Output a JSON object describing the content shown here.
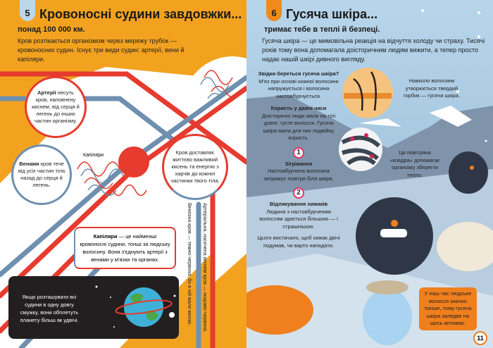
{
  "left": {
    "section_number": "5",
    "title": "Кровоносні судини завдовжки...",
    "subtitle": "понад 100 000 км.",
    "intro": "Кров розтікається організмом через мережу трубок — кровоносних судин. Існує три види судин: артерії, вени й капіляри.",
    "arteries_bold": "Артерії",
    "arteries_text": " несуть кров, наповнену киснем, від серця й легень до інших частин організму.",
    "veins_bold": "Венами",
    "veins_text": " кров тече від усіх частин тіла назад до серця й легень.",
    "capillaries_label": "Капіляри",
    "delivery_text": "Кров доставляє життєво важливий кисень та енергію з харчів до кожної частинки твого тіла.",
    "capillaries_bold": "Капіляри",
    "capillaries_text": " — це найменші кровоносні судини, тонші за людську волосину. Вони з'єднують артерії з венами у м'язах та органах.",
    "venous_note": "Венозна кров — темно-червона, бо в ній мало кисню.",
    "arterial_note": "Артеріальна, насичена киснем кров — яскраво-червона.",
    "fact_text": "Якщо розташувати всі судини в одну довгу смужку, вони обплетуть планету більш як удвічі.",
    "colors": {
      "background": "#f3a21f",
      "artery": "#e63b2e",
      "vein": "#6f8fb0",
      "tab": "#bcd6ea"
    }
  },
  "right": {
    "section_number": "6",
    "title": "Гусяча шкіра...",
    "subtitle": "тримає тебе в теплі й безпеці.",
    "intro": "Гусяча шкіра — це мимовільна реакція на відчуття холоду чи страху. Тисячі років тому вона допомагала доісторичним людям вижити, а тепер просто надає нашій шкірі дивного вигляду.",
    "origin_title": "Звідки береться гусяча шкіра?",
    "origin_text": "М'яз при основі кожної волосини напружується і волосина настовбурчується.",
    "bump_text": "Навколо волосини утворюється твердий горбик — гусяча шкіра.",
    "benefit_title": "Користь у давні часи",
    "benefit_text": "Доісторичні люди мали на тілі довге, густе волосся. Гусяча шкіра мала для них подвійну користь.",
    "point1_number": "1",
    "point1_title": "Зігрівання",
    "point1_text": "Настовбурчена волосина затримує повітря біля шкіри.",
    "blanket_text": "Ця повітряна «ковдра» допомагає організму зберегти тепло.",
    "point2_number": "2",
    "point2_title": "Відлякування хижаків",
    "point2_text": "Людина з настовбурченим волоссям здається більшою — і страшнішою.",
    "point2_extra": "Цього вистачало, щоб хижак двічі подумав, чи варто нападати.",
    "today_text": "У наш час людське волосся значно тонше, тому гусяча шкіра заледве на щось впливає.",
    "page_number": "11",
    "colors": {
      "tab": "#f08a1c",
      "accent": "#e6336b",
      "bubble": "#f07f1d"
    }
  }
}
